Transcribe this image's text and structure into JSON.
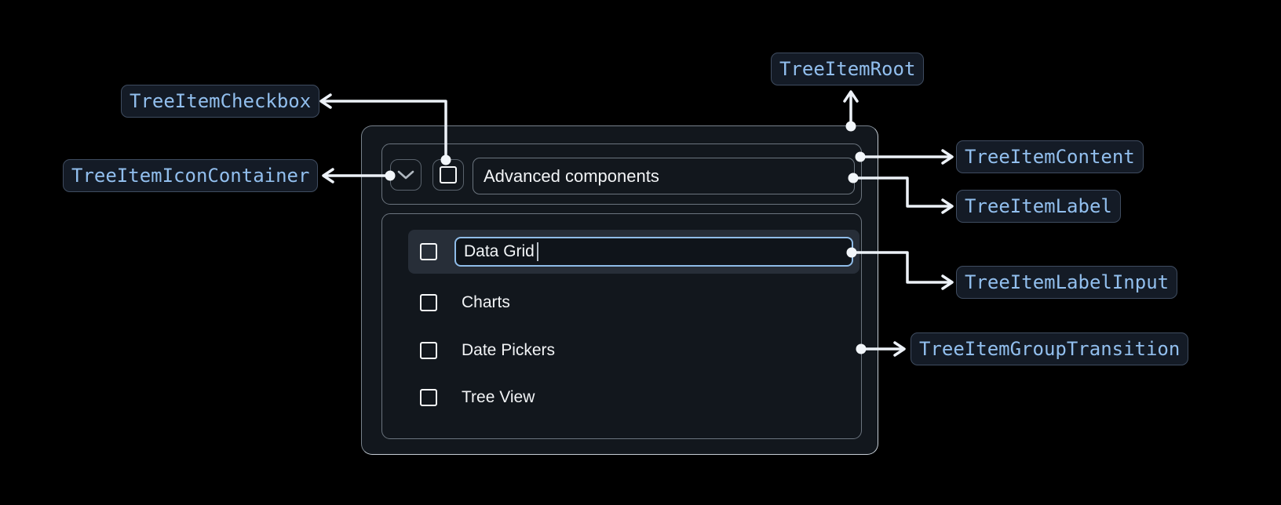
{
  "diagram": {
    "background": "#000000",
    "connector_color": "#edf2f8",
    "pill": {
      "background": "#141b26",
      "border_color": "#3f4c60",
      "text_color": "#92bfee"
    },
    "labels": {
      "root": "TreeItemRoot",
      "checkbox": "TreeItemCheckbox",
      "icon_container": "TreeItemIconContainer",
      "content": "TreeItemContent",
      "label": "TreeItemLabel",
      "label_input": "TreeItemLabelInput",
      "group_transition": "TreeItemGroupTransition"
    }
  },
  "tree": {
    "panel_background": "#12171d",
    "selected_row_color": "#272e38",
    "input_border_color": "#8fbce8",
    "parent": {
      "label": "Advanced components",
      "expanded": true,
      "checked": false
    },
    "editing_item": {
      "input_value": "Data Grid",
      "checked": false
    },
    "items": [
      {
        "label": "Charts",
        "checked": false
      },
      {
        "label": "Date Pickers",
        "checked": false
      },
      {
        "label": "Tree View",
        "checked": false
      }
    ]
  }
}
